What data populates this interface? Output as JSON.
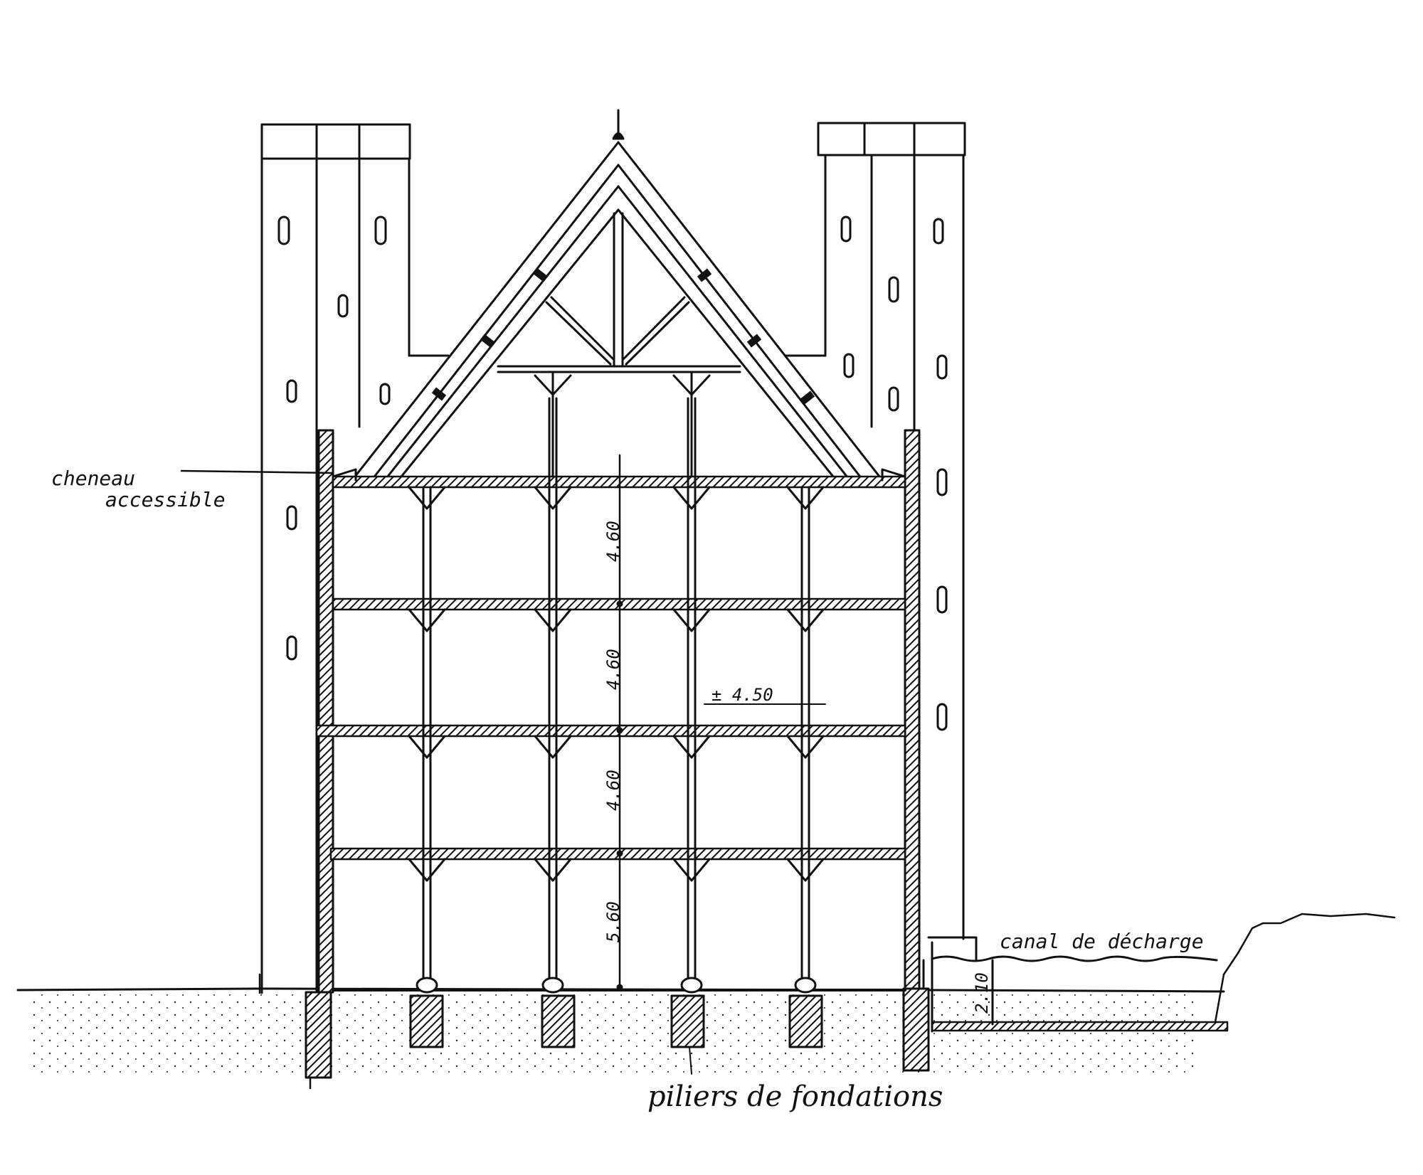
{
  "labels": {
    "cheneau_line1": "cheneau",
    "cheneau_line2": "accessible",
    "canal": "canal de décharge",
    "piliers": "piliers de fondations"
  },
  "dimensions": {
    "floor_top": "4.60",
    "floor_2": "4.60",
    "floor_3": "4.60",
    "floor_ground": "5.60",
    "span": "± 4.50",
    "canal_depth": "2.10"
  },
  "colors": {
    "ink": "#111111",
    "paper": "#ffffff"
  }
}
